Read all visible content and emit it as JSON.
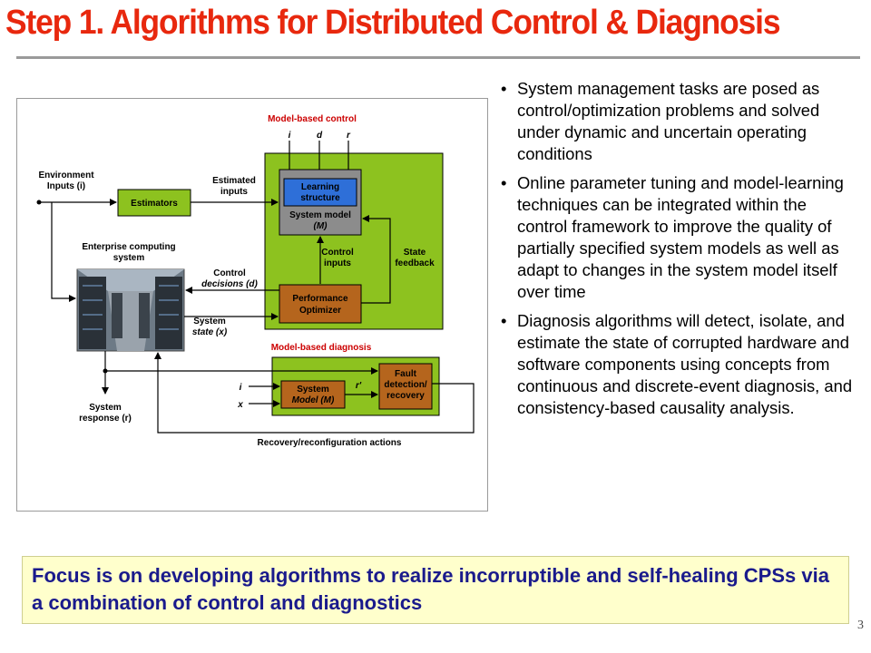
{
  "slide": {
    "title": "Step 1. Algorithms for Distributed Control & Diagnosis",
    "page_number": "3"
  },
  "bullets": [
    "System management tasks are posed as control/optimization problems and solved under dynamic and uncertain operating conditions",
    "Online parameter tuning and model-learning techniques can be integrated within the control framework to improve the quality of partially specified system models as well as adapt to changes in the system model itself over time",
    "Diagnosis algorithms will detect, isolate, and estimate the state of corrupted hardware and software components using concepts from continuous and discrete-event diagnosis, and consistency-based causality analysis."
  ],
  "focus": "Focus is on developing algorithms to realize incorruptible and self-healing CPSs via a combination of control and diagnostics",
  "diagram": {
    "colors": {
      "green": "#8dc21f",
      "blue": "#2e6fd8",
      "gray": "#8c8c8c",
      "brown": "#b5651d",
      "red": "#cc0000"
    },
    "control_title": "Model-based control",
    "diagnosis_title": "Model-based diagnosis",
    "params_control": [
      "i",
      "d",
      "r"
    ],
    "learning_line1": "Learning",
    "learning_line2": "structure",
    "system_model_line1": "System model",
    "system_model_line2": "(M)",
    "control_inputs_line1": "Control",
    "control_inputs_line2": "inputs",
    "state_feedback_line1": "State",
    "state_feedback_line2": "feedback",
    "optimizer_line1": "Performance",
    "optimizer_line2": "Optimizer",
    "env_line1": "Environment",
    "env_line2": "Inputs (i)",
    "estimators": "Estimators",
    "estimated_line1": "Estimated",
    "estimated_line2": "inputs",
    "enterprise_line1": "Enterprise computing",
    "enterprise_line2": "system",
    "control_decisions_line1": "Control",
    "control_decisions_line2": "decisions (d)",
    "system_state_line1": "System",
    "system_state_line2": "state (x)",
    "diag_inputs": [
      "i",
      "x"
    ],
    "diag_model_line1": "System",
    "diag_model_line2": "Model (M)",
    "r_prime": "r'",
    "fault_line1": "Fault",
    "fault_line2": "detection/",
    "fault_line3": "recovery",
    "response_line1": "System",
    "response_line2": "response (r)",
    "recovery_actions": "Recovery/reconfiguration actions"
  }
}
